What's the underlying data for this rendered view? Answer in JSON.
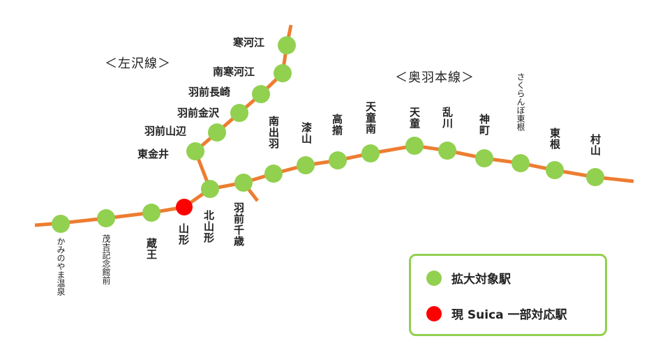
{
  "lines": {
    "sazawa_label": "＜左沢線＞",
    "ouu_label": "＜奥羽本線＞"
  },
  "colors": {
    "track": "#ed7d31",
    "target_station": "#92d050",
    "suica_station": "#ff0000",
    "legend_border": "#92d050"
  },
  "stations": {
    "kaminoyama_onsen": "かみのやま温泉",
    "mokichi_kinenkan": "茂吉記念館前",
    "zao": "蔵王",
    "yamagata": "山形",
    "kita_yamagata": "北山形",
    "uzen_chitose": "羽前千歳",
    "minami_dewa": "南出羽",
    "urushiyama": "漆山",
    "takatama": "高擶",
    "tendo_minami": "天童南",
    "tendo": "天童",
    "midaregawa": "乱川",
    "jinmachi": "神町",
    "sakuranbo_higashine": "さくらんぼ東根",
    "higashine": "東根",
    "murayama": "村山",
    "higashi_kanai": "東金井",
    "uzen_yamanobe": "羽前山辺",
    "uzen_kanezawa": "羽前金沢",
    "uzen_nagasaki": "羽前長崎",
    "minami_sagae": "南寒河江",
    "sagae": "寒河江"
  },
  "legend": {
    "target_label": "拡大対象駅",
    "suica_label": "現 Suica 一部対応駅"
  }
}
